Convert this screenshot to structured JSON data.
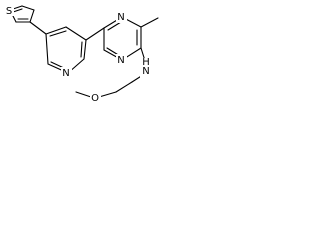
{
  "structure": {
    "atoms": {
      "thiophene_s": "S",
      "pyridine_n": "N",
      "pyrimidine_n_top": "N",
      "pyrimidine_n_bottom": "N",
      "amine_nh": "H\nN",
      "ether_o": "O"
    }
  }
}
